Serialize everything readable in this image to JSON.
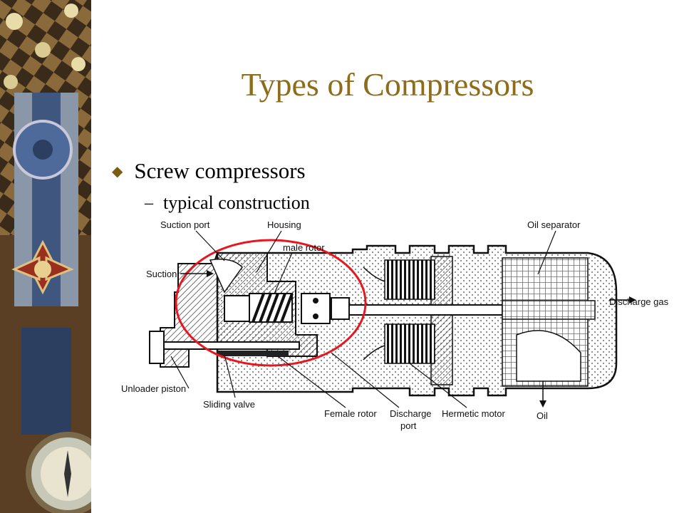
{
  "slide": {
    "title": "Types of Compressors",
    "bullet": "Screw compressors",
    "sub_bullet": "typical construction"
  },
  "diagram": {
    "labels": {
      "suction_port": "Suction port",
      "housing": "Housing",
      "male_rotor": "male rotor",
      "suction": "Suction",
      "oil_separator": "Oil separator",
      "discharge_gas": "Discharge gas",
      "unloader_piston": "Unloader piston",
      "sliding_valve": "Sliding valve",
      "female_rotor": "Female rotor",
      "discharge_port_1": "Discharge",
      "discharge_port_2": "port",
      "hermetic_motor": "Hermetic motor",
      "oil": "Oil"
    },
    "highlight_color": "#e8161e"
  },
  "colors": {
    "title": "#8d6c1a",
    "bullet": "#7a5c12"
  },
  "icons": {
    "bullet": "diamond-bullet-icon"
  }
}
